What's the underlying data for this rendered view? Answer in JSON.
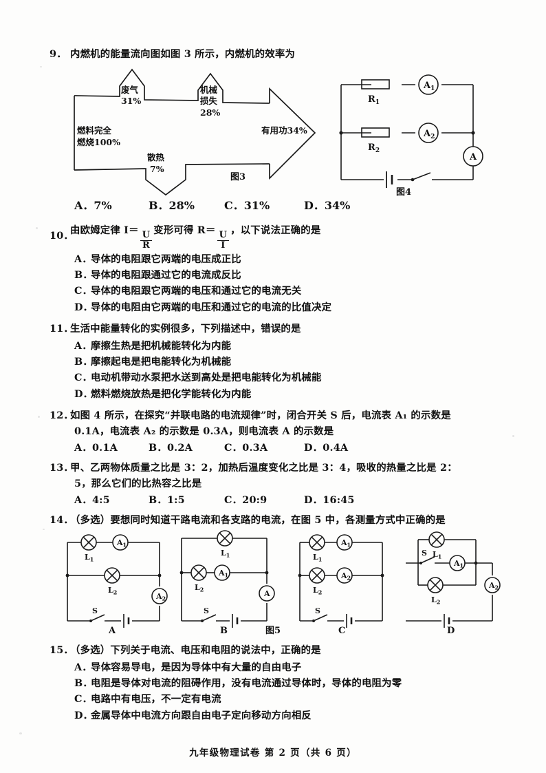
{
  "footer": {
    "text": "九年级物理试卷  第 2 页（共 6 页）"
  },
  "questions": [
    {
      "number": "9．",
      "stem": "内燃机的能量流向图如图 3 所示，内燃机的效率为",
      "options_inline": [
        "A．7%",
        "B．28%",
        "C．31%",
        "D．34%"
      ]
    },
    {
      "number": "10．",
      "stem_pre": "由欧姆定律 I＝",
      "frac1_num": "U",
      "frac1_den": "R",
      "stem_mid": "变形可得 R＝",
      "frac2_num": "U",
      "frac2_den": "I",
      "stem_post": "，以下说法正确的是",
      "options": [
        {
          "letter": "A．",
          "text": "导体的电阻跟它两端的电压成正比"
        },
        {
          "letter": "B．",
          "text": "导体的电阻跟通过它的电流成反比"
        },
        {
          "letter": "C．",
          "text": "导体的电阻跟它两端的电压和通过它的电流无关"
        },
        {
          "letter": "D．",
          "text": "导体的电阻由它两端的电压和通过它的电流的比值决定"
        }
      ]
    },
    {
      "number": "11．",
      "stem": "生活中能量转化的实例很多，下列描述中，错误的是",
      "options": [
        {
          "letter": "A．",
          "text": "摩擦生热是把机械能转化为内能"
        },
        {
          "letter": "B．",
          "text": "摩擦起电是把电能转化为机械能"
        },
        {
          "letter": "C．",
          "text": "电动机带动水泵把水送到高处是把电能转化为机械能"
        },
        {
          "letter": "D．",
          "text": "燃料燃烧放热是把化学能转化为内能"
        }
      ]
    },
    {
      "number": "12．",
      "stem_line1": "如图 4 所示，在探究“并联电路的电流规律”时，闭合开关 S 后，电流表 A₁ 的示数是",
      "stem_line2": "0.1A，电流表 A₂ 的示数是 0.3A，则电流表 A 的示数是",
      "options_inline": [
        "A．0.1A",
        "B．0.2A",
        "C．0.3A",
        "D．0.4A"
      ]
    },
    {
      "number": "13．",
      "stem_line1": "甲、乙两物体质量之比是 3：2，加热后温度变化之比是 3：4，吸收的热量之比是 2：",
      "stem_line2": "5，那么它们的比热容之比是",
      "options_inline": [
        "A．4:5",
        "B．1:5",
        "C．20:9",
        "D．16:45"
      ]
    },
    {
      "number": "14．",
      "stem": "（多选）要想同时知道干路电流和各支路的电流，在图 5 中，各测量方式中正确的是"
    },
    {
      "number": "15．",
      "stem": "（多选）下列关于电流、电压和电阻的说法中，正确的是",
      "options": [
        {
          "letter": "A．",
          "text": "导体容易导电，是因为导体中有大量的自由电子"
        },
        {
          "letter": "B．",
          "text": "电阻是导体对电流的阻碍作用，没有电流通过导体时，导体的电阻为零"
        },
        {
          "letter": "C．",
          "text": "电路中有电压，不一定有电流"
        },
        {
          "letter": "D．",
          "text": "金属导体中电流方向跟自由电子定向移动方向相反"
        }
      ]
    }
  ],
  "figures": {
    "energy_flow": {
      "label": "图3",
      "input_line1": "燃料完全",
      "input_line2": "燃烧100%",
      "waste_gas_line1": "废气",
      "waste_gas_line2": "31%",
      "mech_loss_line1": "机械",
      "mech_loss_line2": "损失",
      "mech_loss_line3": "28%",
      "heat_loss_line1": "散热",
      "heat_loss_line2": "7%",
      "useful_work": "有用功34%"
    },
    "circuit_fig4": {
      "label": "图4",
      "resistor_1": "R",
      "resistor_1_sub": "1",
      "resistor_2": "R",
      "resistor_2_sub": "2",
      "ammeter_1": "A",
      "ammeter_1_sub": "1",
      "ammeter_2": "A",
      "ammeter_2_sub": "2",
      "ammeter_main": "A"
    },
    "circuits_fig5": {
      "label": "图5",
      "items": [
        {
          "caption": "A",
          "lamp_1": "L",
          "lamp_1_sub": "1",
          "lamp_2": "L",
          "lamp_2_sub": "2",
          "meter_top": "A",
          "meter_top_sub": "1",
          "meter_right": "A",
          "meter_right_sub": "2",
          "switch": "S"
        },
        {
          "caption": "B",
          "lamp_1": "L",
          "lamp_1_sub": "1",
          "lamp_2": "L",
          "lamp_2_sub": "2",
          "meter_mid": "A",
          "meter_mid_sub": "1",
          "meter_right": "A",
          "meter_right_sub": "",
          "switch": "S"
        },
        {
          "caption": "C",
          "lamp_1": "L",
          "lamp_1_sub": "1",
          "lamp_2": "L",
          "lamp_2_sub": "2",
          "meter_top": "A",
          "meter_top_sub": "1",
          "meter_mid": "A",
          "meter_mid_sub": "2",
          "switch": "S"
        },
        {
          "caption": "D",
          "lamp_1": "L",
          "lamp_1_sub": "1",
          "lamp_2": "L",
          "lamp_2_sub": "2",
          "meter_top": "A",
          "meter_top_sub": "1",
          "meter_right": "A",
          "meter_right_sub": "2",
          "switch": "S"
        }
      ]
    }
  }
}
